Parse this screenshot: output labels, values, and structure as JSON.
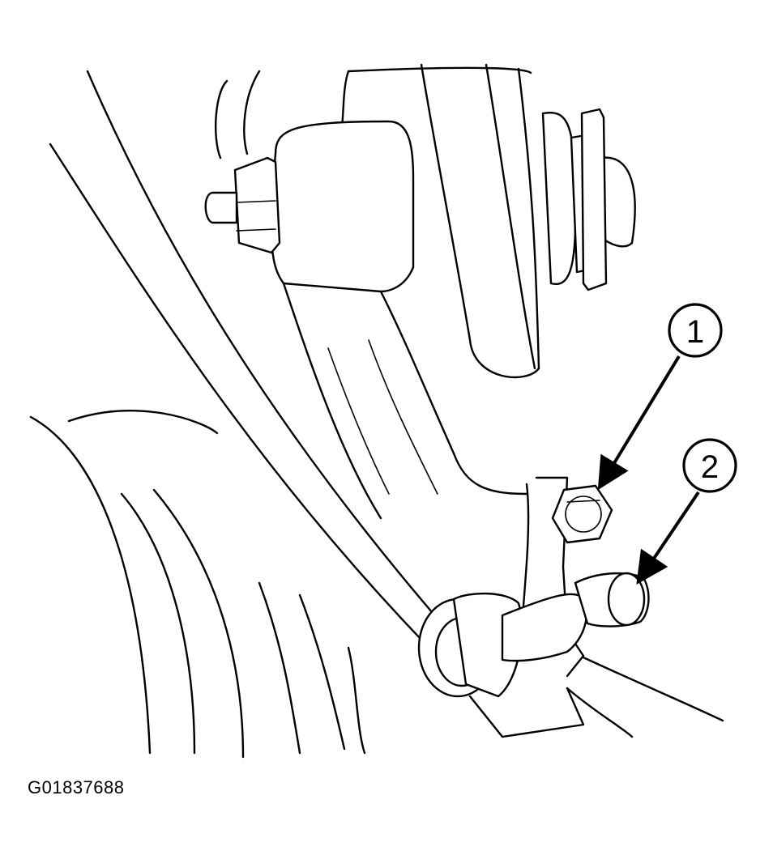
{
  "figure_id": "G01837688",
  "callouts": [
    {
      "label": "1",
      "points_to": "hex-nut"
    },
    {
      "label": "2",
      "points_to": "stabilizer-link"
    }
  ]
}
